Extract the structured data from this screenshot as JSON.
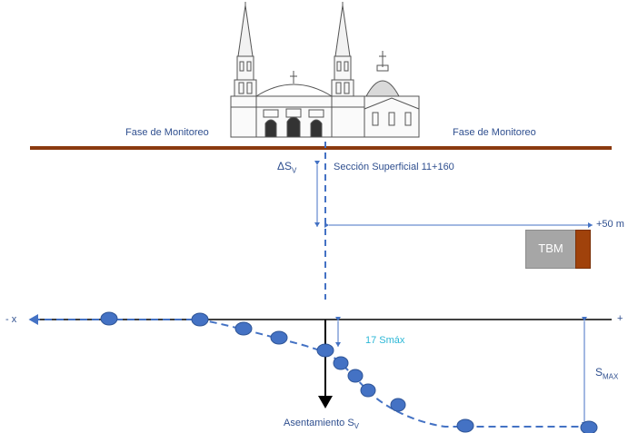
{
  "labels": {
    "monitoring_left": "Fase de Monitoreo",
    "monitoring_right": "Fase de Monitoreo",
    "delta_s": "ΔS",
    "delta_s_sub": "V",
    "section": "Sección Superficial 11+160",
    "distance": "+50 m",
    "tbm": "TBM",
    "x_neg": "- x",
    "x_pos": "+",
    "smax_fraction": "17 Smáx",
    "smax": "S",
    "smax_sub": "MAX",
    "settlement": "Asentamiento S",
    "settlement_sub": "V"
  },
  "colors": {
    "ground": "#8b3a0f",
    "accent_blue": "#4472c4",
    "text_blue": "#2f4f8f",
    "cyan_text": "#2bb7d6",
    "tbm_body": "#a6a6a6",
    "tbm_head": "#a0420b"
  }
}
